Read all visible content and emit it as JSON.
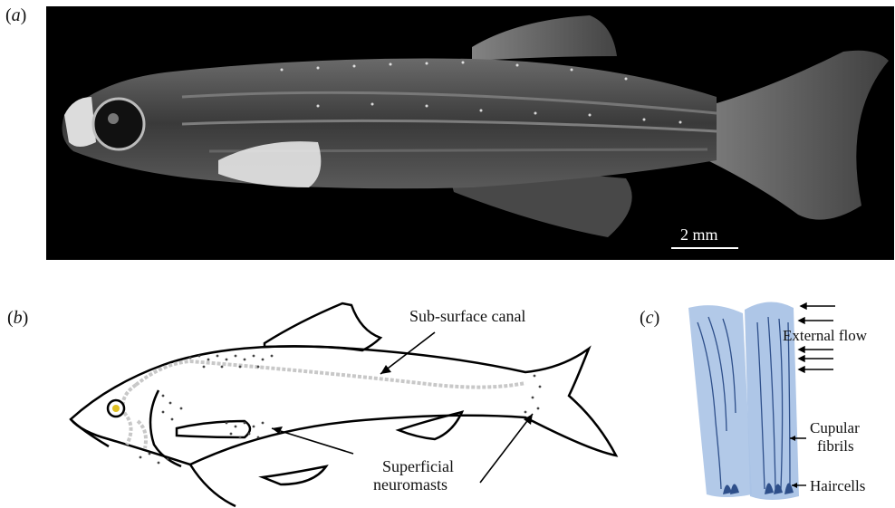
{
  "panels": {
    "a": {
      "label": "a",
      "scale_bar": "2 mm"
    },
    "b": {
      "label": "b",
      "annotations": {
        "canal": "Sub-surface canal",
        "superficial_line1": "Superficial",
        "superficial_line2": "neuromasts"
      }
    },
    "c": {
      "label": "c",
      "annotations": {
        "external_flow": "External flow",
        "fibrils_line1": "Cupular",
        "fibrils_line2": "fibrils",
        "haircells": "Haircells"
      }
    }
  },
  "colors": {
    "photo_background": "#000000",
    "cupula_fill": "#aac3e6",
    "fibril": "#2e4f8a",
    "canal": "#c8c8c8",
    "eye_ring": "#e0c020"
  }
}
